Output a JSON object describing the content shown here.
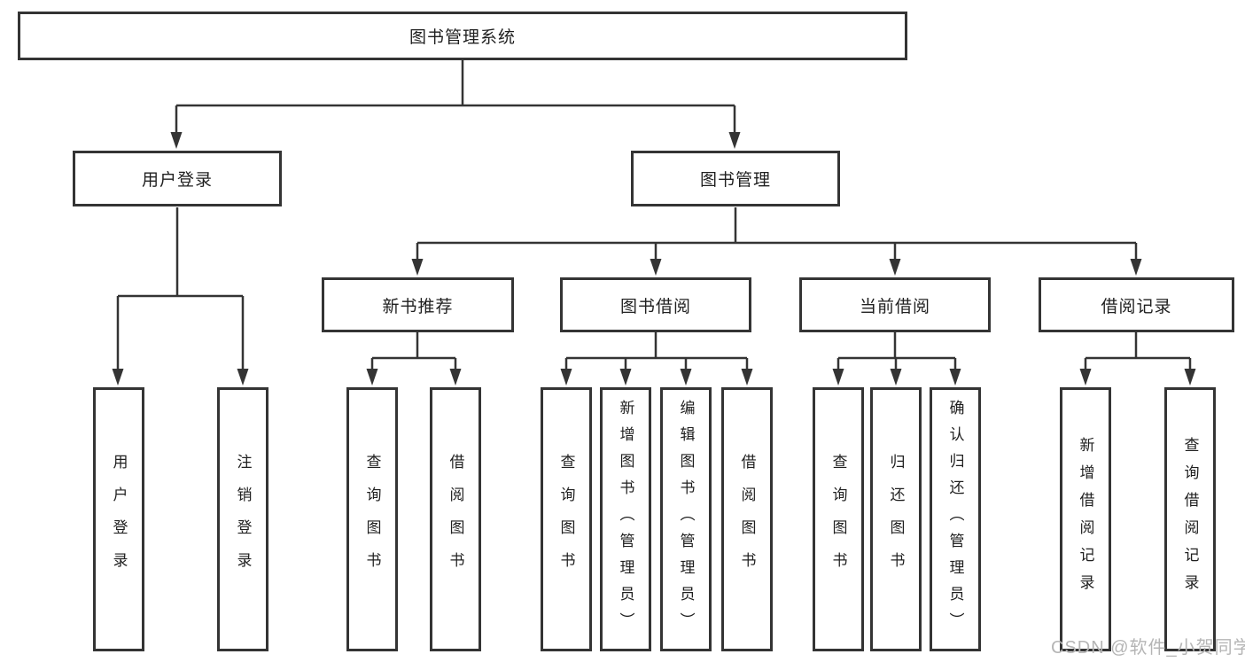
{
  "diagram": {
    "type": "hierarchy-structure-diagram",
    "background": "#ffffff",
    "line_color": "#343434",
    "box_border_color": "#343434",
    "box_fill": "#ffffff",
    "text_color": "#1f1f1f",
    "watermark": {
      "text": "CSDN @软件_小贺同学",
      "color": "#b5b5b5"
    },
    "tree": {
      "label": "图书管理系统",
      "children": [
        {
          "label": "用户登录",
          "children": [
            {
              "label": "用户登录"
            },
            {
              "label": "注销登录"
            }
          ]
        },
        {
          "label": "图书管理",
          "children": [
            {
              "label": "新书推荐",
              "children": [
                {
                  "label": "查询图书"
                },
                {
                  "label": "借阅图书"
                }
              ]
            },
            {
              "label": "图书借阅",
              "children": [
                {
                  "label": "查询图书"
                },
                {
                  "label": "新增图书（管理员）"
                },
                {
                  "label": "编辑图书（管理员）"
                },
                {
                  "label": "借阅图书"
                }
              ]
            },
            {
              "label": "当前借阅",
              "children": [
                {
                  "label": "查询图书"
                },
                {
                  "label": "归还图书"
                },
                {
                  "label": "确认归还（管理员）"
                }
              ]
            },
            {
              "label": "借阅记录",
              "children": [
                {
                  "label": "新增借阅记录"
                },
                {
                  "label": "查询借阅记录"
                }
              ]
            }
          ]
        }
      ]
    }
  }
}
